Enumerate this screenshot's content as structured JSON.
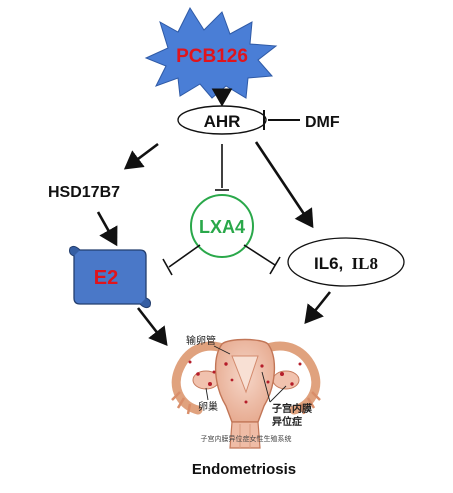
{
  "diagram": {
    "nodes": {
      "pcb126": {
        "label": "PCB126",
        "fill": "#4a7ed6",
        "text_color": "#e0141c"
      },
      "ahr": {
        "label": "AHR"
      },
      "dmf": {
        "label": "DMF"
      },
      "hsd17b7": {
        "label": "HSD17B7"
      },
      "lxa4": {
        "label": "LXA4",
        "color": "#2aa84a"
      },
      "e2": {
        "label": "E2",
        "fill": "#4a78c8",
        "text_color": "#e0141c"
      },
      "il6_il8": {
        "label_a": "IL6,",
        "label_b": "IL8"
      },
      "endometriosis": {
        "label": "Endometriosis"
      }
    },
    "illustration": {
      "fallopian_tube": "输卵管",
      "ovary": "卵巢",
      "endometrium_line1": "子宫内膜",
      "endometrium_line2": "异位症",
      "caption": "子宫内膜异位症女性生殖系统"
    },
    "edges": [
      {
        "from": "PCB126",
        "to": "AHR",
        "kind": "activation"
      },
      {
        "from": "DMF",
        "to": "AHR",
        "kind": "inhibition"
      },
      {
        "from": "AHR",
        "to": "HSD17B7",
        "kind": "activation"
      },
      {
        "from": "AHR",
        "to": "LXA4",
        "kind": "inhibition"
      },
      {
        "from": "AHR",
        "to": "IL6, IL8",
        "kind": "activation"
      },
      {
        "from": "HSD17B7",
        "to": "E2",
        "kind": "activation"
      },
      {
        "from": "LXA4",
        "to": "E2",
        "kind": "inhibition"
      },
      {
        "from": "LXA4",
        "to": "IL6, IL8",
        "kind": "inhibition"
      },
      {
        "from": "E2",
        "to": "Endometriosis",
        "kind": "activation"
      },
      {
        "from": "IL6, IL8",
        "to": "Endometriosis",
        "kind": "activation"
      }
    ]
  }
}
